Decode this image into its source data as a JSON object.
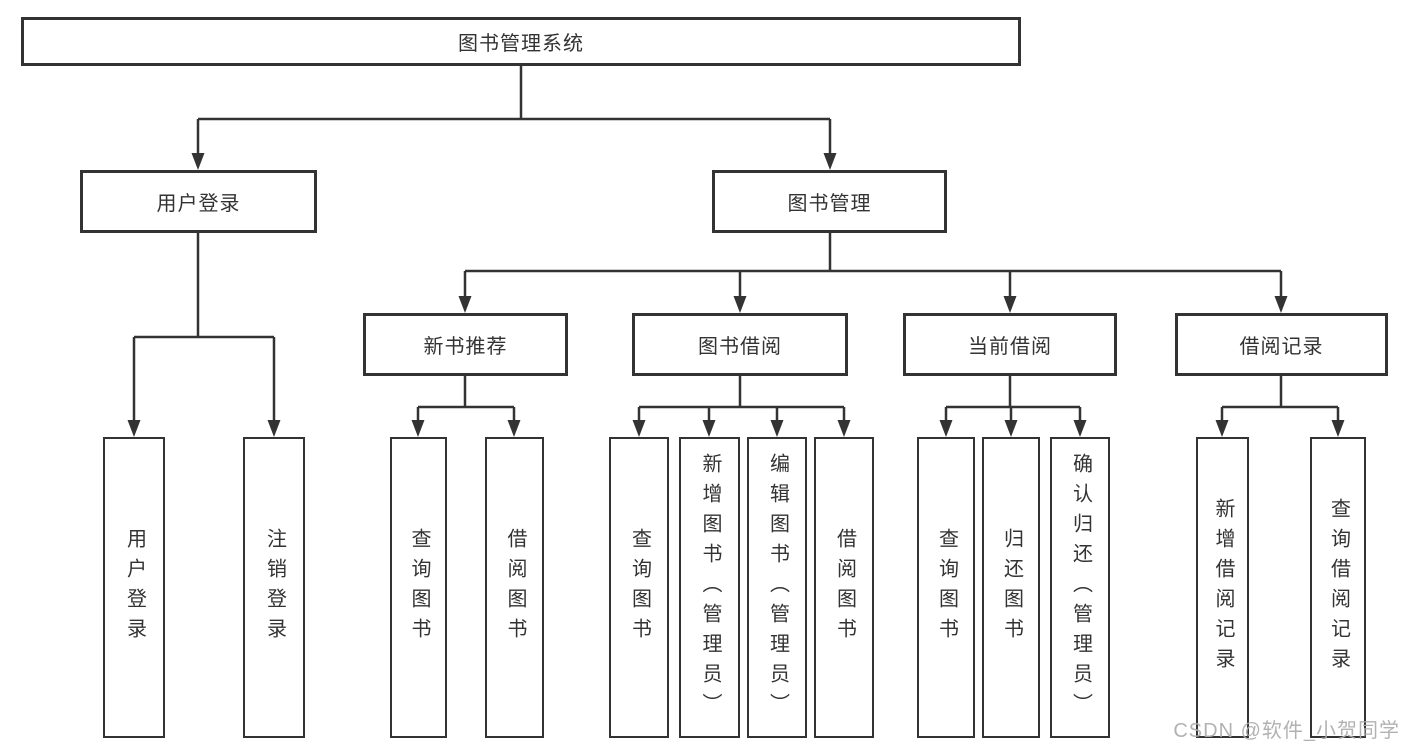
{
  "tree": {
    "label": "图书管理系统",
    "children": [
      {
        "label": "用户登录",
        "children": [
          {
            "label": "用户登录"
          },
          {
            "label": "注销登录"
          }
        ]
      },
      {
        "label": "图书管理",
        "children": [
          {
            "label": "新书推荐",
            "children": [
              {
                "label": "查询图书"
              },
              {
                "label": "借阅图书"
              }
            ]
          },
          {
            "label": "图书借阅",
            "children": [
              {
                "label": "查询图书"
              },
              {
                "label": "新增图书（管理员）"
              },
              {
                "label": "编辑图书（管理员）"
              },
              {
                "label": "借阅图书"
              }
            ]
          },
          {
            "label": "当前借阅",
            "children": [
              {
                "label": "查询图书"
              },
              {
                "label": "归还图书"
              },
              {
                "label": "确认归还（管理员）"
              }
            ]
          },
          {
            "label": "借阅记录",
            "children": [
              {
                "label": "新增借阅记录"
              },
              {
                "label": "查询借阅记录"
              }
            ]
          }
        ]
      }
    ]
  },
  "watermark": {
    "text": "CSDN @软件_小贺同学"
  },
  "colors": {
    "line": "#333333",
    "box_border": "#333333",
    "text": "#333333",
    "watermark": "#ababab",
    "background": "#ffffff"
  }
}
